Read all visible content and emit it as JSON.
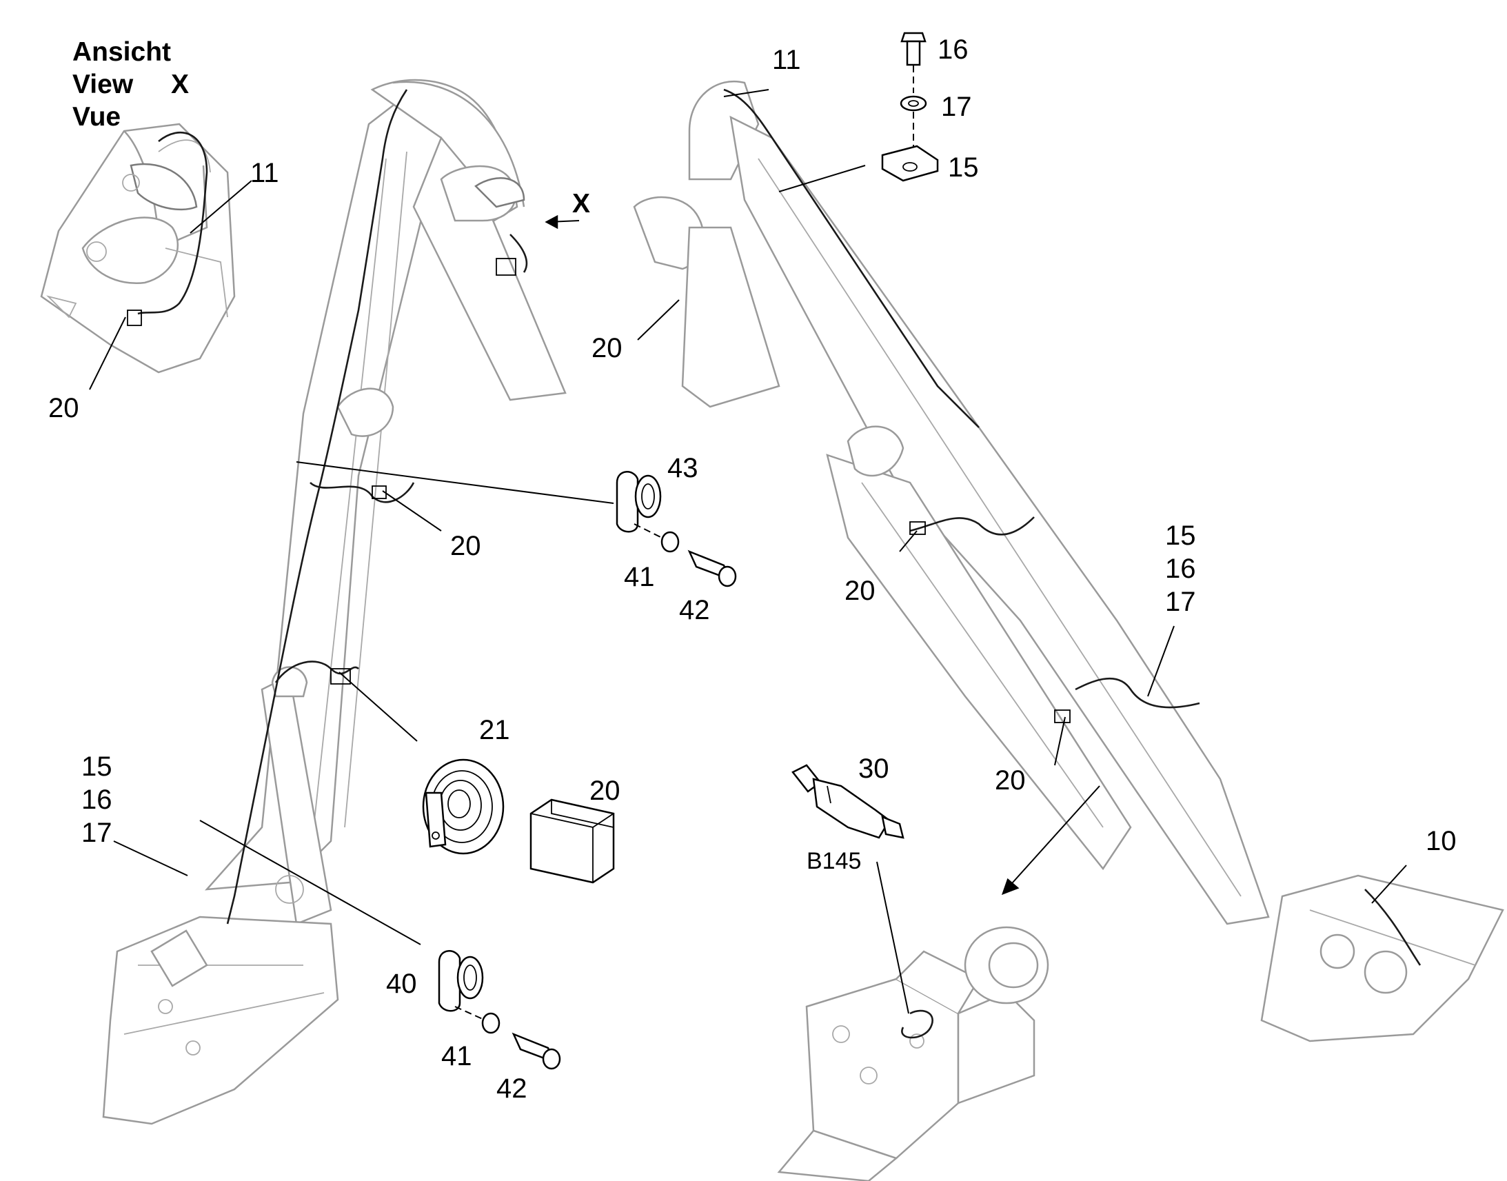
{
  "view_label": {
    "line1": "Ansicht",
    "line2": "View",
    "line3": "Vue",
    "view_letter": "X",
    "arrow_letter": "X"
  },
  "callouts": {
    "c11_detail": "11",
    "c20_detail": "20",
    "c11_right": "11",
    "c16_top": "16",
    "c17_top": "17",
    "c15_top": "15",
    "c20_upper_right": "20",
    "c43": "43",
    "c20_mid_left": "20",
    "c41_upper": "41",
    "c42_upper": "42",
    "c20_mid_right": "20",
    "c15_mid_right": "15",
    "c16_mid_right": "16",
    "c17_mid_right": "17",
    "c21": "21",
    "c20_box": "20",
    "c30": "30",
    "c20_lower_right": "20",
    "c10": "10",
    "c15_left": "15",
    "c16_left": "16",
    "c17_left": "17",
    "b145": "B145",
    "c40": "40",
    "c41_lower": "41",
    "c42_lower": "42"
  },
  "colors": {
    "structure_outline": "#9a9a9a",
    "cable": "#1a1a1a",
    "part_outline": "#000000"
  },
  "icons": {
    "horn": "horn-icon",
    "cable_clamp": "cable-clamp-icon",
    "pressure_sensor": "pressure-sensor-icon",
    "junction_box": "junction-box-icon"
  }
}
